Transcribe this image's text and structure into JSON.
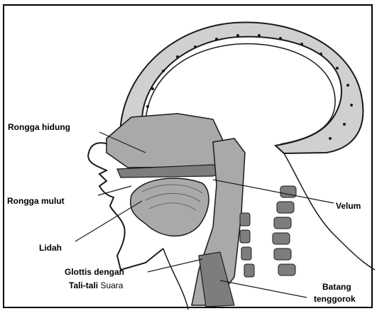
{
  "labels": {
    "nasal_cavity": "Rongga hidung",
    "oral_cavity": "Rongga mulut",
    "tongue": "Lidah",
    "glottis_line1": "Glottis dengan",
    "glottis_line2_bold": "Tali-tali",
    "glottis_line2_regular": " Suara",
    "velum": "Velum",
    "trachea_line1": "Batang",
    "trachea_line2": "tenggorok"
  },
  "colors": {
    "tissue": "#a9a9a9",
    "dark_tissue": "#7d7d7d",
    "outline": "#1a1a1a",
    "background": "#ffffff"
  }
}
